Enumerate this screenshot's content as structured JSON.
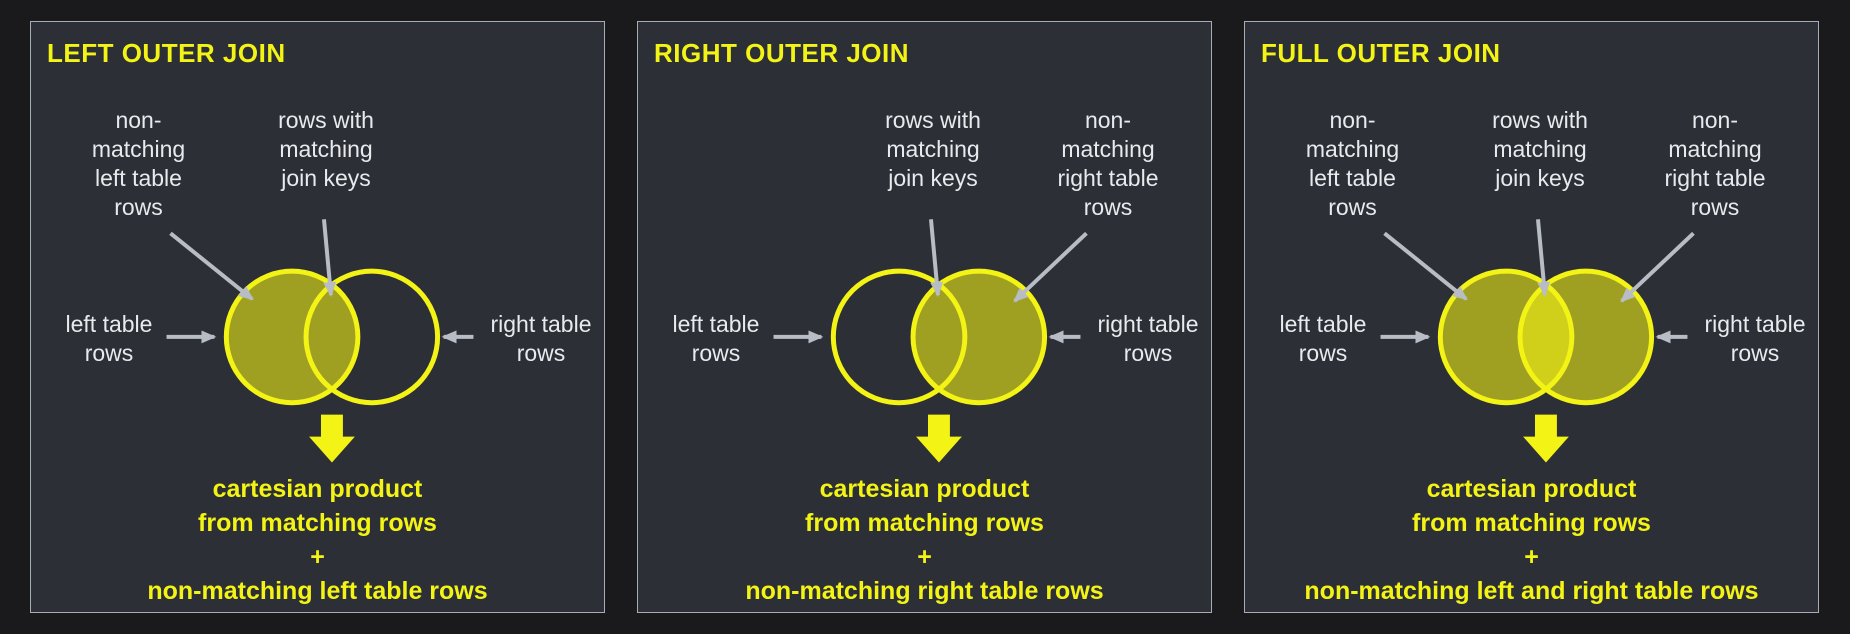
{
  "colors": {
    "page_bg": "#1a1a1c",
    "panel_bg": "#2c2f36",
    "panel_border": "#a7adb5",
    "accent_yellow": "#f3f315",
    "label_gray": "#e8eaed",
    "arrow_gray": "#b8bcc4"
  },
  "panels": [
    {
      "title": "LEFT OUTER JOIN",
      "venn": {
        "left_filled": true,
        "right_filled": false
      },
      "labels": {
        "non_matching_left": "non-\nmatching\nleft table\nrows",
        "matching": "rows with\nmatching\njoin keys",
        "left_table": "left table\nrows",
        "right_table": "right table\nrows"
      },
      "result": {
        "line1": "cartesian product",
        "line2": "from matching rows",
        "plus": "+",
        "line3": "non-matching left table rows"
      }
    },
    {
      "title": "RIGHT OUTER JOIN",
      "venn": {
        "left_filled": false,
        "right_filled": true
      },
      "labels": {
        "matching": "rows with\nmatching\njoin keys",
        "non_matching_right": "non-\nmatching\nright table\nrows",
        "left_table": "left table\nrows",
        "right_table": "right table\nrows"
      },
      "result": {
        "line1": "cartesian product",
        "line2": "from matching rows",
        "plus": "+",
        "line3": "non-matching right table rows"
      }
    },
    {
      "title": "FULL OUTER JOIN",
      "venn": {
        "left_filled": true,
        "right_filled": true
      },
      "labels": {
        "non_matching_left": "non-\nmatching\nleft table\nrows",
        "matching": "rows with\nmatching\njoin keys",
        "non_matching_right": "non-\nmatching\nright table\nrows",
        "left_table": "left table\nrows",
        "right_table": "right table\nrows"
      },
      "result": {
        "line1": "cartesian product",
        "line2": "from matching rows",
        "plus": "+",
        "line3": "non-matching left and right table rows"
      }
    }
  ]
}
